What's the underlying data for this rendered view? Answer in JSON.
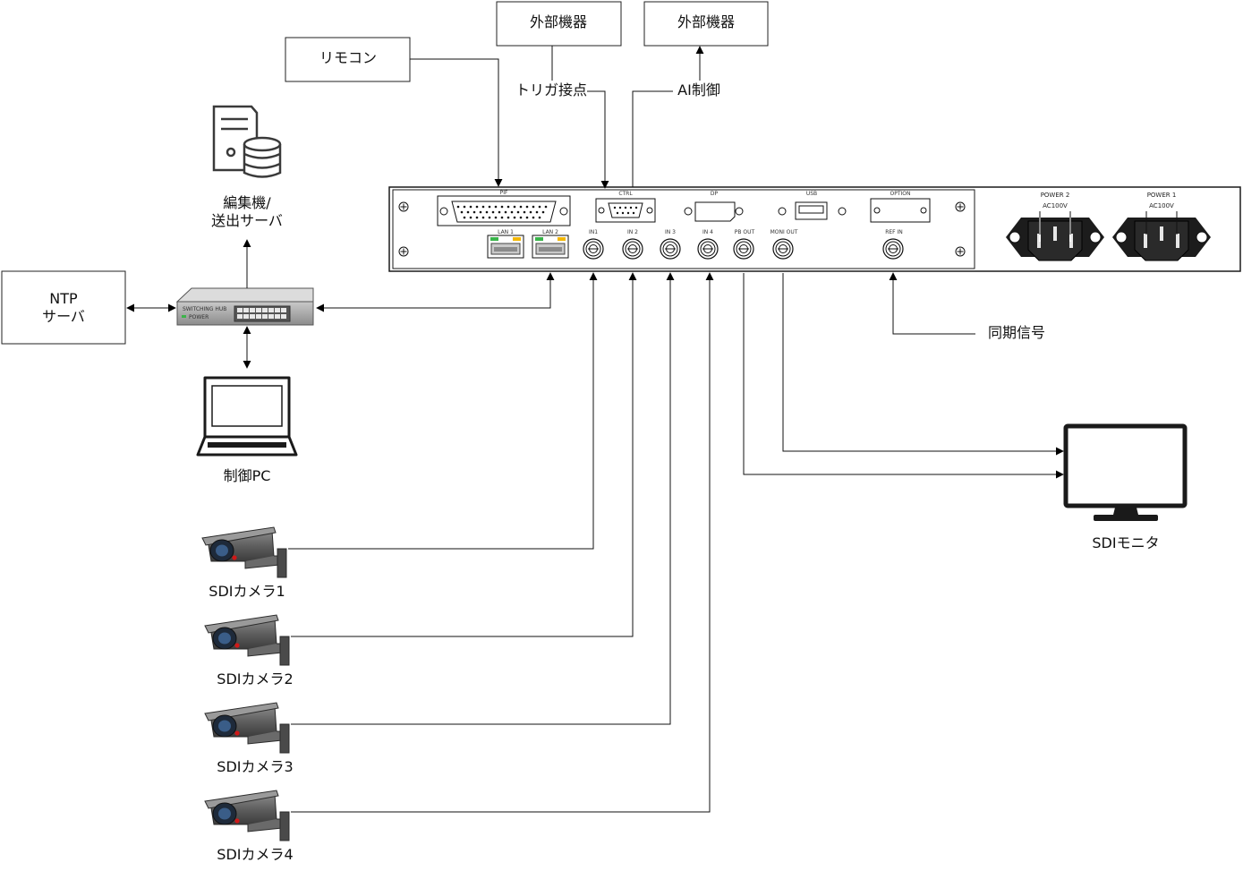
{
  "boxes": {
    "remote": "リモコン",
    "external_1": "外部機器",
    "external_2": "外部機器",
    "ntp_line1": "NTP",
    "ntp_line2": "サーバ"
  },
  "signals": {
    "trigger": "トリガ接点",
    "ai_control": "AI制御",
    "sync": "同期信号"
  },
  "server": {
    "line1": "編集機/",
    "line2": "送出サーバ"
  },
  "control_pc": "制御PC",
  "monitor": "SDIモニタ",
  "cameras": [
    "SDIカメラ1",
    "SDIカメラ2",
    "SDIカメラ3",
    "SDIカメラ4"
  ],
  "hub": {
    "label": "SWITCHING HUB",
    "power": "POWER"
  },
  "device": {
    "ports_top": {
      "pif": "PIF",
      "ctrl": "CTRL",
      "dp": "DP",
      "usb": "USB",
      "option": "OPTION"
    },
    "ports_bottom": {
      "lan1": "LAN 1",
      "lan2": "LAN 2",
      "in1": "IN1",
      "in2": "IN 2",
      "in3": "IN 3",
      "in4": "IN 4",
      "pgm_out": "PB OUT",
      "moni_out": "MONI OUT",
      "ref_in": "REF IN"
    },
    "power": [
      {
        "label": "POWER 2",
        "rating": "AC100V"
      },
      {
        "label": "POWER 1",
        "rating": "AC100V"
      }
    ]
  },
  "icons": {
    "server": "server-database-icon",
    "hub": "network-switch-icon",
    "pc": "laptop-icon",
    "camera": "security-camera-icon",
    "monitor": "monitor-icon",
    "bnc": "bnc-connector-icon",
    "rj45": "rj45-port-icon",
    "power_inlet": "ac-power-inlet-icon"
  }
}
